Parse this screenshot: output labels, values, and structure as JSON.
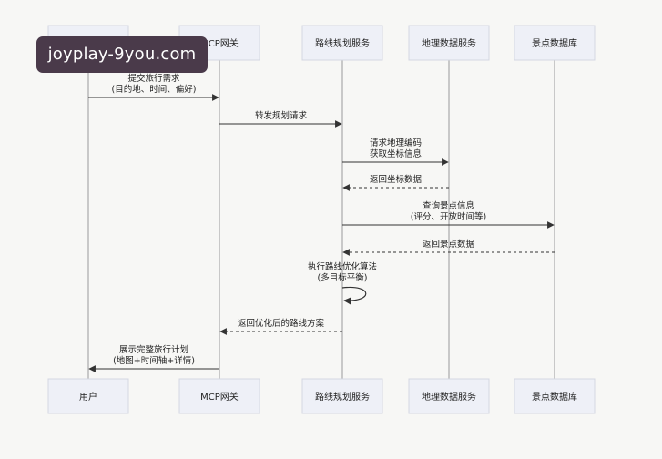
{
  "participants": [
    {
      "id": "user",
      "label": "用户"
    },
    {
      "id": "gateway",
      "label": "MCP网关"
    },
    {
      "id": "planner",
      "label": "路线规划服务"
    },
    {
      "id": "geo",
      "label": "地理数据服务"
    },
    {
      "id": "poi",
      "label": "景点数据库"
    }
  ],
  "messages": [
    {
      "from": 0,
      "to": 1,
      "style": "solid",
      "lines": [
        "提交旅行需求",
        "(目的地、时间、偏好)"
      ]
    },
    {
      "from": 1,
      "to": 2,
      "style": "solid",
      "lines": [
        "转发规划请求"
      ]
    },
    {
      "from": 2,
      "to": 3,
      "style": "solid",
      "lines": [
        "请求地理编码",
        "获取坐标信息"
      ]
    },
    {
      "from": 3,
      "to": 2,
      "style": "dashed",
      "lines": [
        "返回坐标数据"
      ]
    },
    {
      "from": 2,
      "to": 4,
      "style": "solid",
      "lines": [
        "查询景点信息",
        "(评分、开放时间等)"
      ]
    },
    {
      "from": 4,
      "to": 2,
      "style": "dashed",
      "lines": [
        "返回景点数据"
      ]
    },
    {
      "from": 2,
      "to": 2,
      "style": "self",
      "lines": [
        "执行路线优化算法",
        "(多目标平衡)"
      ]
    },
    {
      "from": 2,
      "to": 1,
      "style": "dashed",
      "lines": [
        "返回优化后的路线方案"
      ]
    },
    {
      "from": 1,
      "to": 0,
      "style": "solid",
      "lines": [
        "展示完整旅行计划",
        "(地图+时间轴+详情)"
      ]
    }
  ],
  "watermark": "joyplay-9you.com",
  "colors": {
    "line": "#333333",
    "box_fill": "#eef0f7",
    "box_stroke": "#d4d7e2",
    "lifeline": "#9a9a9a",
    "text": "#222222"
  }
}
